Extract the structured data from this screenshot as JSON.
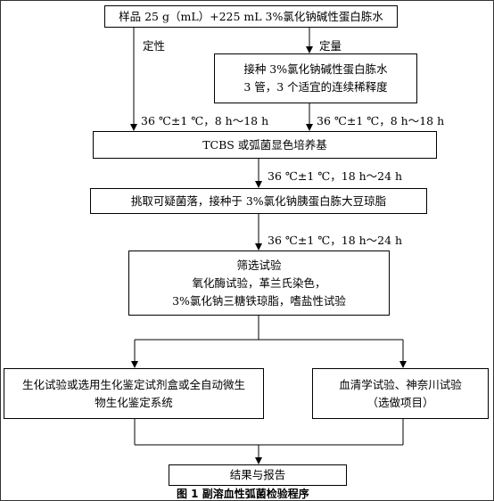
{
  "boxes": {
    "sample": "样品 25 g（mL）+225 mL 3%氯化钠碱性蛋白胨水",
    "inoculate": [
      "接种 3%氯化钠碱性蛋白胨水",
      "3 管，3 个适宜的连续稀释度"
    ],
    "tcbs": "TCBS 或弧菌显色培养基",
    "pick": "挑取可疑菌落，接种于 3%氯化钠胰蛋白胨大豆琼脂",
    "screen": [
      "筛选试验",
      "氧化酶试验，革兰氏染色，",
      "3%氯化钠三糖铁琼脂，嗜盐性试验"
    ],
    "biochem": [
      "生化试验或选用生化鉴定试剂盒或全自动微生",
      "物生化鉴定系统"
    ],
    "serum": [
      "血清学试验、神奈川试验",
      "（选做项目）"
    ],
    "result": "结果与报告"
  },
  "labels": {
    "qualitative": "定性",
    "quantitative": "定量",
    "incubate_1_left": "36 ℃±1 ℃，8 h～18 h",
    "incubate_1_right": "36 ℃±1 ℃，8 h～18 h",
    "incubate_2": "36 ℃±1 ℃，18 h～24 h",
    "incubate_3": "36 ℃±1 ℃，18 h～24 h"
  },
  "caption": "图 1 副溶血性弧菌检验程序"
}
